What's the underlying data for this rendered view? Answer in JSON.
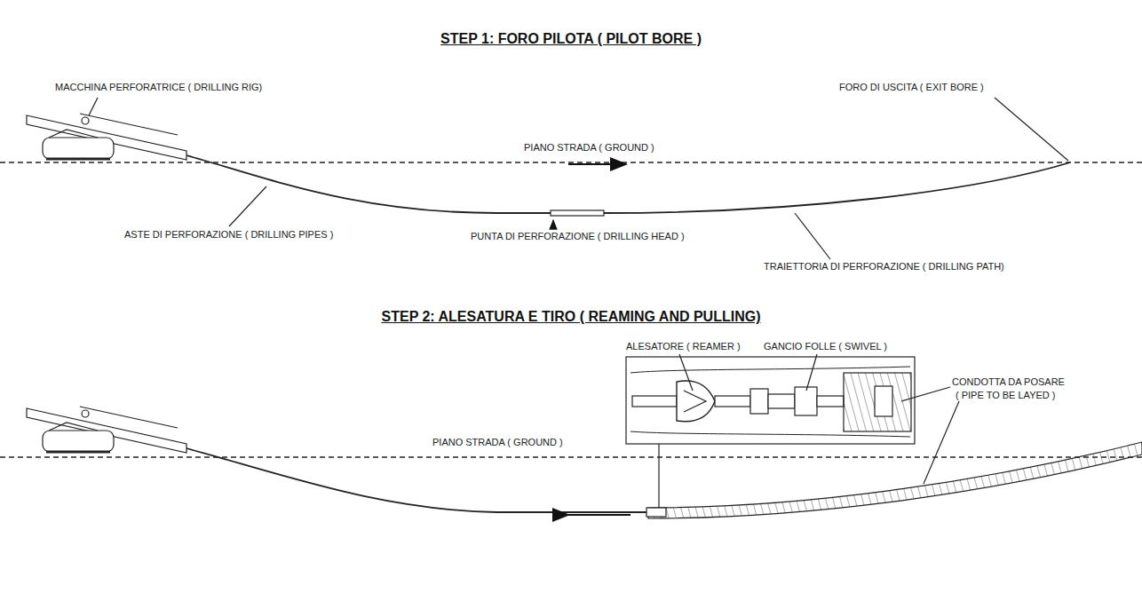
{
  "diagram": {
    "labels": [
      "STEP 1: FORO PILOTA ( PILOT BORE )",
      "MACCHINA PERFORATRICE ( DRILLING RIG)",
      "FORO DI USCITA ( EXIT BORE )",
      "PIANO STRADA ( GROUND )",
      "ASTE DI PERFORAZIONE ( DRILLING PIPES )",
      "PUNTA DI PERFORAZIONE ( DRILLING HEAD )",
      "TRAIETTORIA DI PERFORAZIONE ( DRILLING PATH)",
      "STEP 2: ALESATURA E TIRO ( REAMING AND PULLING)",
      "ALESATORE ( REAMER )",
      "GANCIO FOLLE ( SWIVEL )",
      "CONDOTTA DA POSARE",
      "( PIPE TO BE LAYED )",
      "PIANO STRADA ( GROUND )"
    ]
  }
}
